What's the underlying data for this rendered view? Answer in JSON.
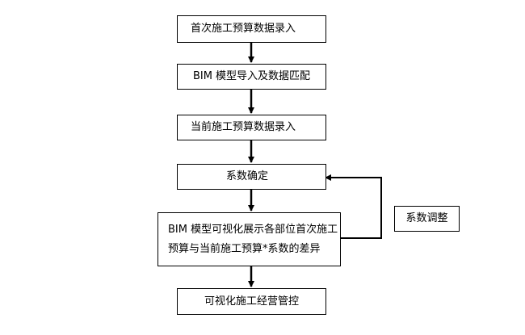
{
  "steps": [
    {
      "label": "首次施工预算数据录入"
    },
    {
      "label": "BIM 模型导入及数据匹配"
    },
    {
      "label": "当前施工预算数据录入"
    },
    {
      "label": "系数确定"
    },
    {
      "label_line1": "BIM 模型可视化展示各部位首次施工",
      "label_line2": "预算与当前施工预算*系数的差异"
    },
    {
      "label": "可视化施工经营管控"
    }
  ],
  "adjust": {
    "label": "系数调整"
  }
}
